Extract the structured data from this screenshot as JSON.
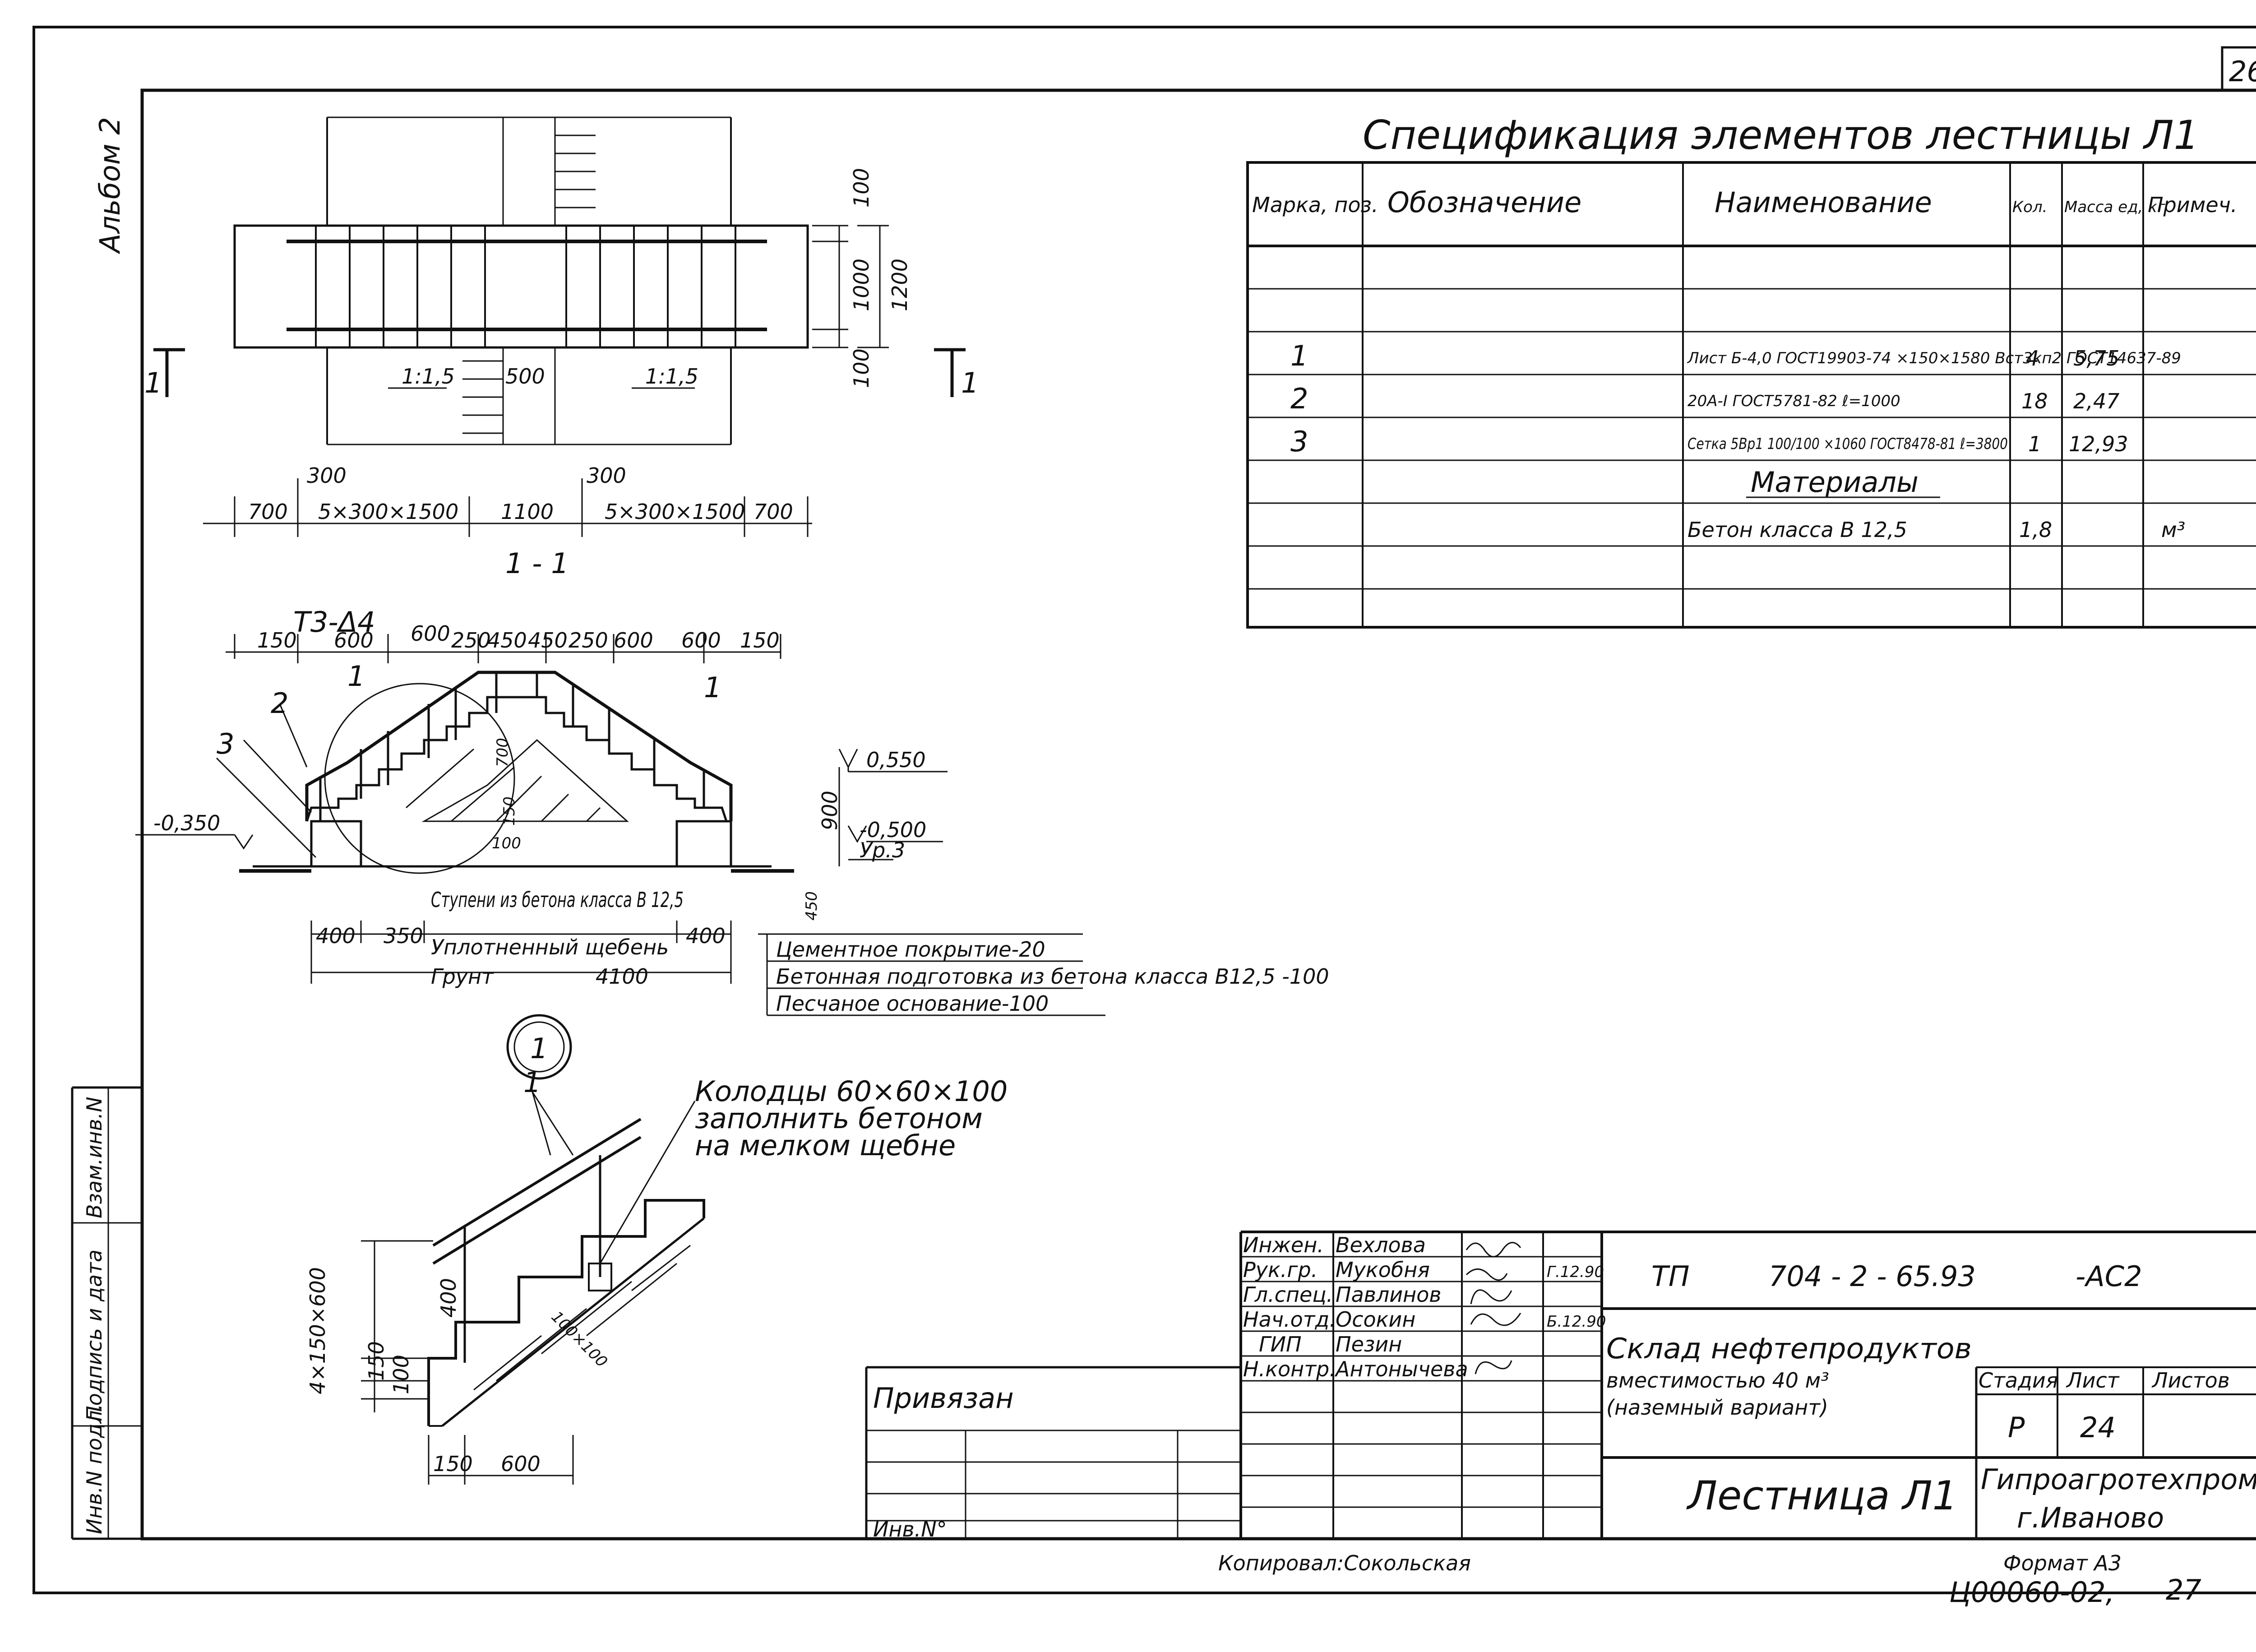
{
  "sheet_number": "26",
  "album_label": "Альбом 2",
  "spec": {
    "title": "Спецификация элементов лестницы Л1",
    "headers": [
      "Марка, поз.",
      "Обозначение",
      "Наименование",
      "Кол.",
      "Масса ед, кг",
      "Примеч."
    ],
    "rows": [
      {
        "pos": "1",
        "name": "Лист Б-4,0 ГОСТ19903-74 ×150×1580 Вст3кп2 ГОСТ14637-89",
        "qty": "4",
        "mass": "5,75",
        "note": ""
      },
      {
        "pos": "2",
        "name": "20А-I ГОСТ5781-82 ℓ=1000",
        "qty": "18",
        "mass": "2,47",
        "note": ""
      },
      {
        "pos": "3",
        "name": "Сетка 5Вр1 100/100 ×1060 ГОСТ8478-81 ℓ=3800",
        "qty": "1",
        "mass": "12,93",
        "note": ""
      }
    ],
    "materials_header": "Материалы",
    "material": {
      "name": "Бетон класса   В 12,5",
      "qty": "1,8",
      "note": "м³"
    }
  },
  "plan": {
    "dims_vertical": [
      "100",
      "1000",
      "1200",
      "100"
    ],
    "slope_left": "1:1,5",
    "slope_right": "1:1,5",
    "middle": "500",
    "bottom_dims": [
      "700",
      "5×300×1500",
      "1100",
      "5×300×1500",
      "700"
    ],
    "step_dim": "300",
    "cut_mark": "1",
    "cut_label": "1 - 1"
  },
  "section": {
    "weld": "Т3-Δ4",
    "top_dims": [
      "150",
      "600",
      "600",
      "250",
      "450",
      "450",
      "250",
      "600",
      "600",
      "150"
    ],
    "callouts": [
      "1",
      "2",
      "3",
      "1"
    ],
    "levels": [
      "0,550",
      "-0,350",
      "-0,500",
      "Ур.3"
    ],
    "height_dims": [
      "900",
      "450",
      "700",
      "150",
      "100"
    ],
    "bottom_dims": [
      "400",
      "350",
      "400",
      "4100"
    ],
    "label_steps": "Ступени из бетона класса В 12,5",
    "label_gravel": "Уплотненный щебень",
    "label_soil": "Грунт",
    "layers": [
      "Цементное покрытие-20",
      "Бетонная подготовка из бетона класса В12,5 -100",
      "Песчаное основание-100"
    ]
  },
  "detail": {
    "number": "1",
    "callout": "1",
    "note": [
      "Колодцы 60×60×100",
      "заполнить бетоном",
      "на мелком щебне"
    ],
    "dims": [
      "4×150×600",
      "400",
      "150",
      "100",
      "150",
      "600",
      "100×100"
    ]
  },
  "left_strip": [
    "Инв.N подл.",
    "Подпись и дата",
    "Взам.инв.N"
  ],
  "binding": {
    "label": "Привязан",
    "inv": "Инв.N°"
  },
  "stamp": {
    "roles": [
      {
        "role": "Инжен.",
        "name": "Вехлова",
        "date": ""
      },
      {
        "role": "Рук.гр.",
        "name": "Мукобня",
        "date": "Г.12.90"
      },
      {
        "role": "Гл.спец.",
        "name": "Павлинов",
        "date": ""
      },
      {
        "role": "Нач.отд.",
        "name": "Осокин",
        "date": "Б.12.90"
      },
      {
        "role": "ГИП",
        "name": "Пезин",
        "date": ""
      },
      {
        "role": "Н.контр.",
        "name": "Антонычева",
        "date": ""
      }
    ],
    "code_prefix": "ТП",
    "code": "704 - 2 - 65.93",
    "code_suffix": "-АС2",
    "object": [
      "Склад нефтепродуктов",
      "вместимостью 40 м³",
      "(наземный вариант)"
    ],
    "stage_header": "Стадия",
    "sheet_header": "Лист",
    "sheets_header": "Листов",
    "stage": "Р",
    "sheet": "24",
    "sheets": "",
    "drawing_title": "Лестница Л1",
    "org": [
      "Гипроагротехпром",
      "г.Иваново"
    ]
  },
  "footer": {
    "copied": "Копировал:Сокольская",
    "format": "Формат А3",
    "archive": "Ц00060-02,",
    "page": "27"
  }
}
